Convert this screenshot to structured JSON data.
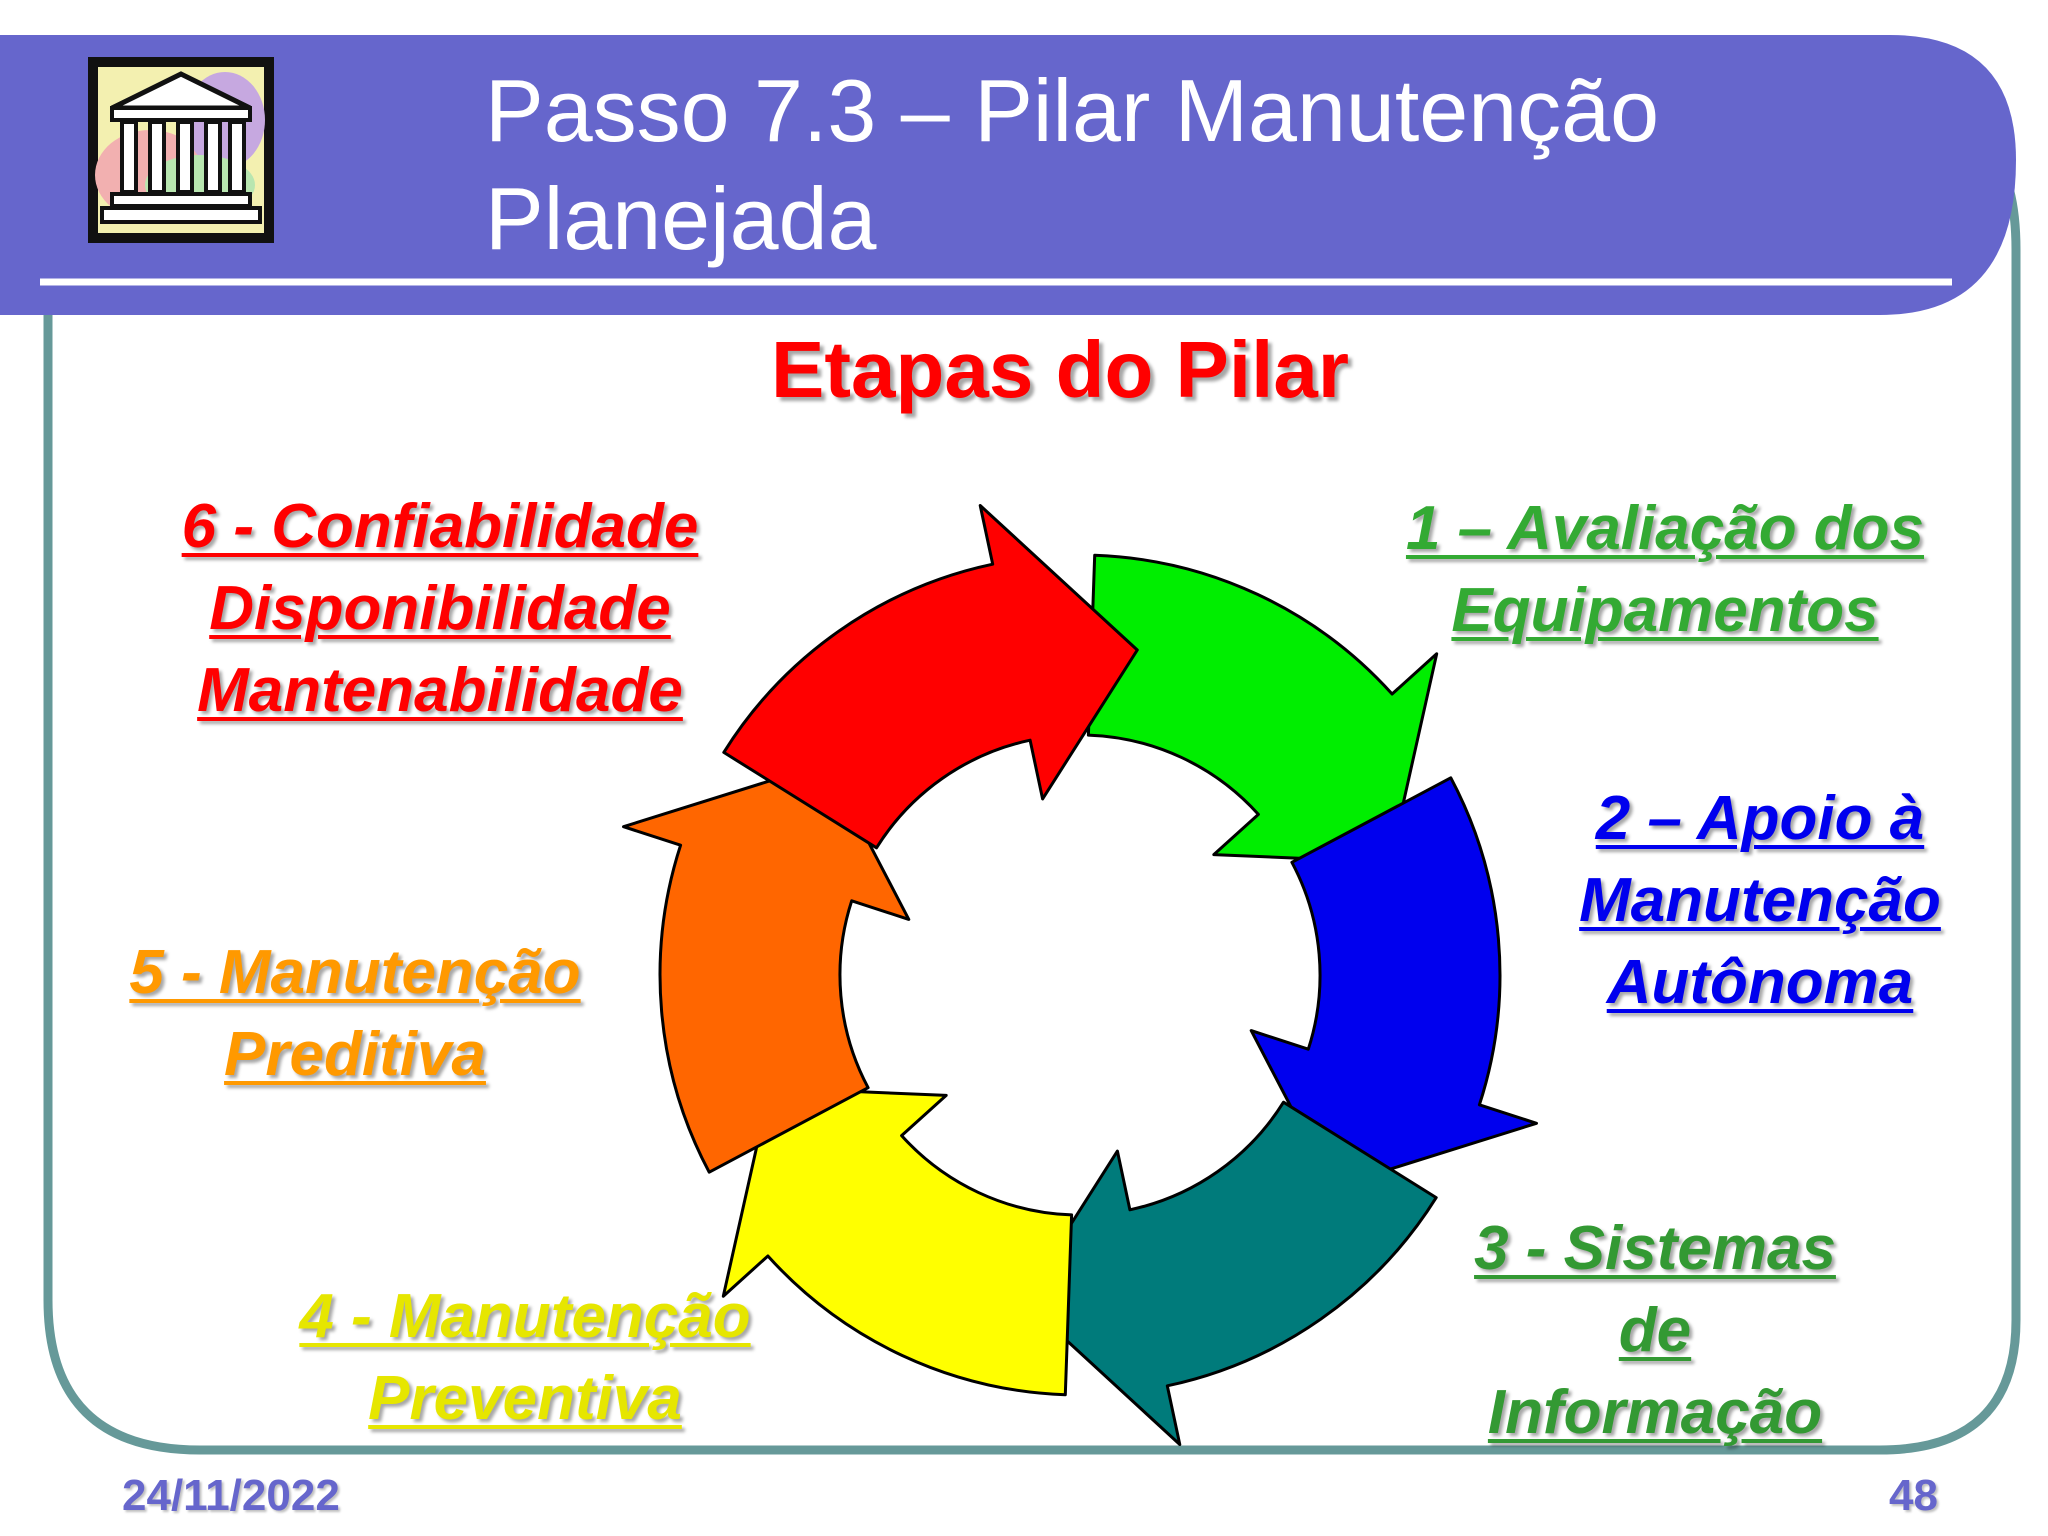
{
  "header": {
    "title_line_1": "Passo 7.3 – Pilar Manutenção",
    "title_line_2": "Planejada",
    "icon": "temple-building-icon"
  },
  "main": {
    "subtitle": "Etapas do Pilar",
    "steps": [
      {
        "lines": [
          "1 – Avaliação dos",
          "Equipamentos"
        ],
        "color": "#33aa33",
        "arrow_color": "#00ee00"
      },
      {
        "lines": [
          "2 – Apoio à",
          "Manutenção",
          "Autônoma"
        ],
        "color": "#0000ee",
        "arrow_color": "#0000ee"
      },
      {
        "lines": [
          "3 - Sistemas",
          "de",
          "Informação"
        ],
        "color": "#339933",
        "arrow_color": "#007b7b"
      },
      {
        "lines": [
          "4 - Manutenção",
          "Preventiva"
        ],
        "color": "#e6e600",
        "arrow_color": "#ffff00"
      },
      {
        "lines": [
          "5 - Manutenção",
          "Preditiva"
        ],
        "color": "#ff9900",
        "arrow_color": "#ff6600"
      },
      {
        "lines": [
          "6 - Confiabilidade",
          "Disponibilidade",
          "Mantenabilidade"
        ],
        "color": "#ff0000",
        "arrow_color": "#ff0000"
      }
    ]
  },
  "footer": {
    "date": "24/11/2022",
    "page_number": "48"
  },
  "colors": {
    "header_band": "#6666cc",
    "frame_border": "#669999",
    "subtitle": "#ff0000"
  }
}
